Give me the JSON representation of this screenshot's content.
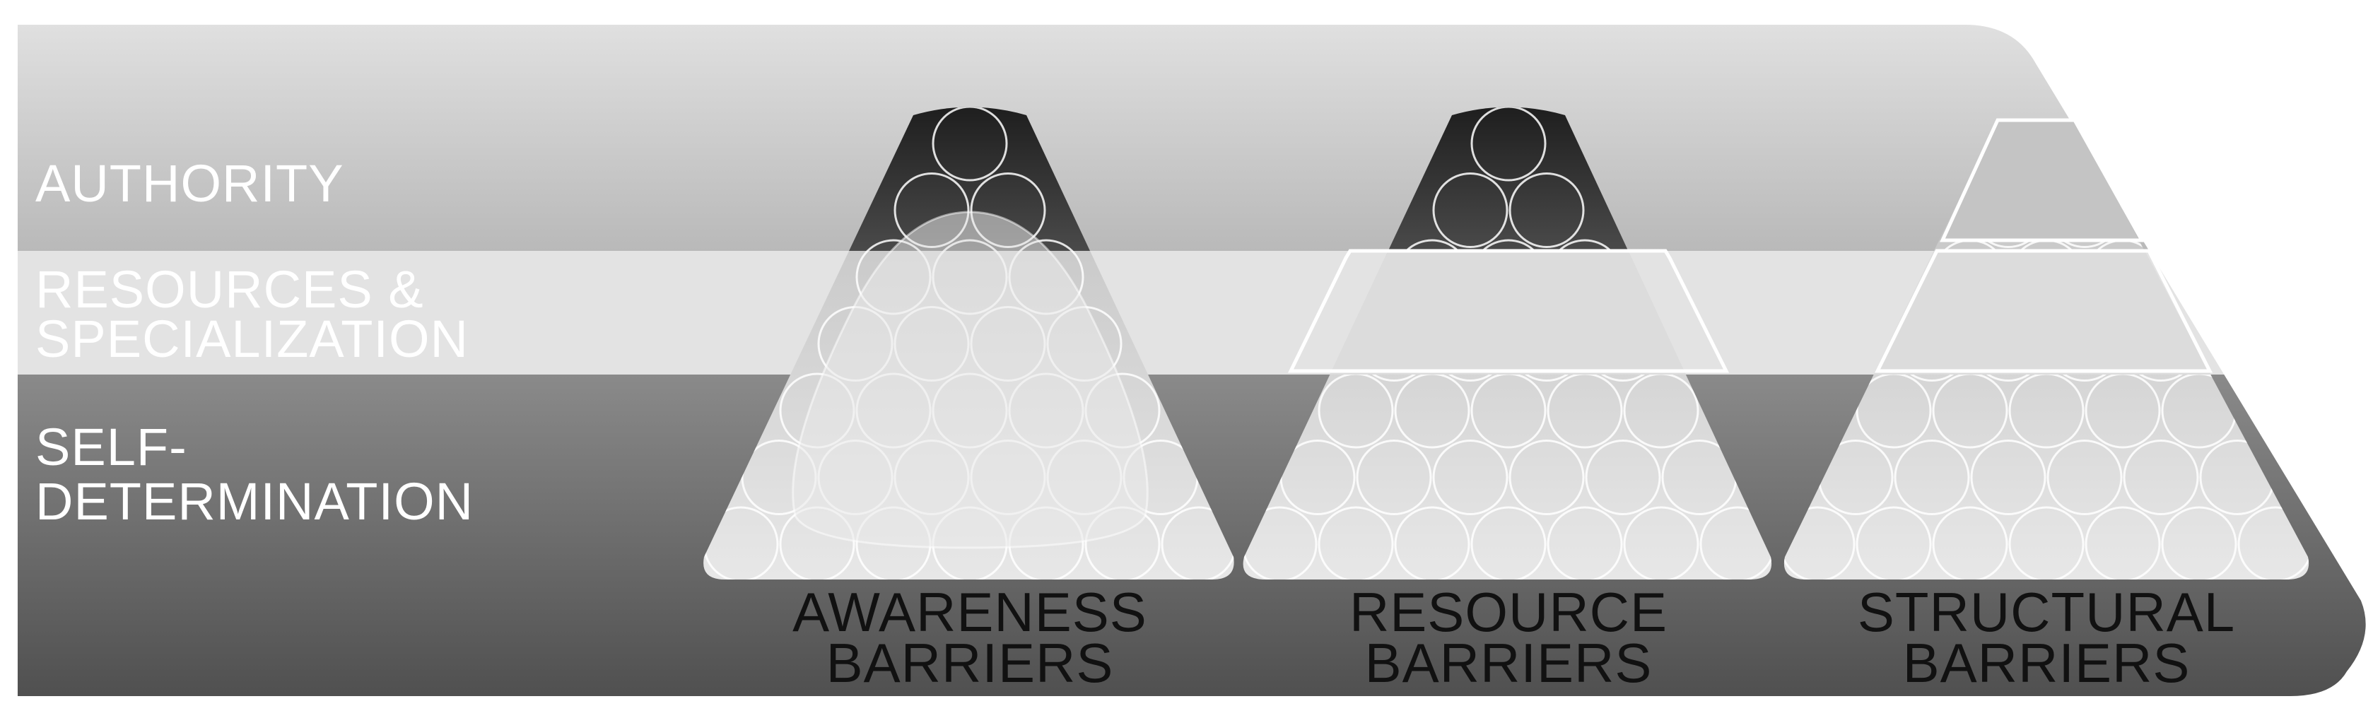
{
  "bands": {
    "authority": {
      "line1": "AUTHORITY"
    },
    "resources": {
      "line1": "RESOURCES &",
      "line2": "SPECIALIZATION"
    },
    "self_determination": {
      "line1": "SELF-",
      "line2": "DETERMINATION"
    }
  },
  "pyramids": [
    {
      "line1": "AWARENESS",
      "line2": "BARRIERS"
    },
    {
      "line1": "RESOURCE",
      "line2": "BARRIERS"
    },
    {
      "line1": "STRUCTURAL",
      "line2": "BARRIERS"
    }
  ],
  "colors": {
    "band_light": "#d9d9d9",
    "band_mid": "#e6e6e6",
    "band_dark": "#6f6f6f",
    "circle_dark": "#2f2f2f",
    "circle_light": "#c9c9c9"
  }
}
